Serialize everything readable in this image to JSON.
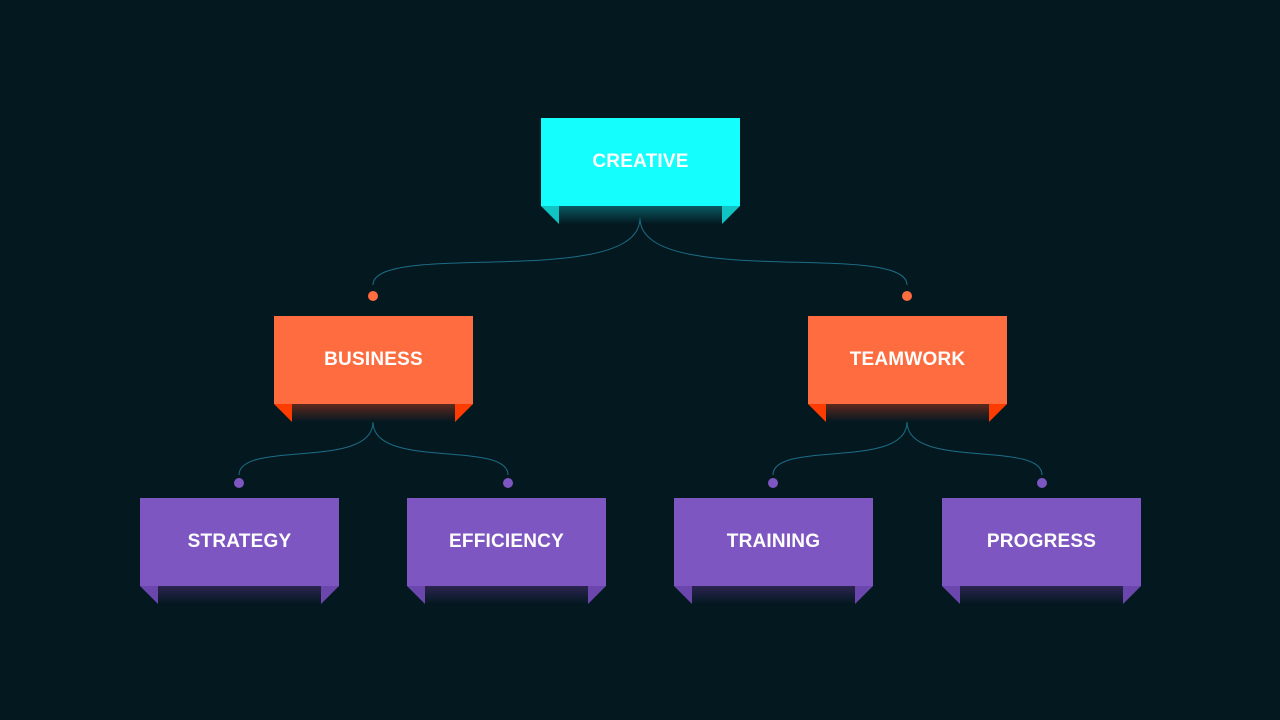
{
  "colors": {
    "background": "#041820",
    "connector": "#1d6d86",
    "root": {
      "face": "#13fefc",
      "fold": "#0fc4c3",
      "shadow": "#0a5a62"
    },
    "level1": {
      "face": "#ff6c3f",
      "fold": "#ff3c00",
      "shadow": "#5e2a1e"
    },
    "level2": {
      "face": "#7e56c2",
      "fold": "#6a46ad",
      "shadow": "#2b2450"
    }
  },
  "nodes": {
    "root": {
      "label": "CREATIVE"
    },
    "business": {
      "label": "BUSINESS"
    },
    "teamwork": {
      "label": "TEAMWORK"
    },
    "strategy": {
      "label": "STRATEGY"
    },
    "efficiency": {
      "label": "EFFICIENCY"
    },
    "training": {
      "label": "TRAINING"
    },
    "progress": {
      "label": "PROGRESS"
    }
  },
  "edges": [
    {
      "from": "root",
      "to": "business"
    },
    {
      "from": "root",
      "to": "teamwork"
    },
    {
      "from": "business",
      "to": "strategy"
    },
    {
      "from": "business",
      "to": "efficiency"
    },
    {
      "from": "teamwork",
      "to": "training"
    },
    {
      "from": "teamwork",
      "to": "progress"
    }
  ]
}
